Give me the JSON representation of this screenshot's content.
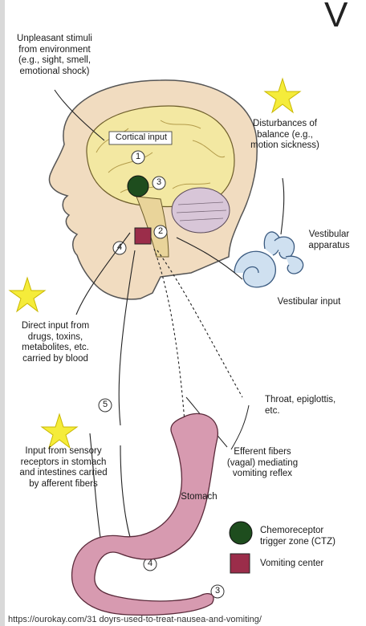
{
  "title": "V",
  "labels": {
    "unpleasant": "Unpleasant stimuli\nfrom environment\n(e.g., sight, smell,\nemotional shock)",
    "disturbances": "Disturbances of\nbalance (e.g.,\nmotion sickness)",
    "cortical": "Cortical input",
    "vestibular_apparatus": "Vestibular\napparatus",
    "vestibular_input": "Vestibular input",
    "direct_input": "Direct input from\ndrugs, toxins,\nmetabolites, etc.\ncarried by blood",
    "throat": "Throat, epiglottis,\netc.",
    "sensory_input": "Input from sensory\nreceptors in stomach\nand intestines carried\nby afferent fibers",
    "efferent": "Efferent fibers\n(vagal) mediating\nvomiting reflex",
    "stomach": "Stomach"
  },
  "numbers": {
    "n1": "1",
    "n2": "2",
    "n3": "3",
    "n4a": "4",
    "n4b": "4",
    "n5": "5",
    "n3b": "3"
  },
  "legend": {
    "ctz": "Chemoreceptor\ntrigger zone (CTZ)",
    "vomiting_center": "Vomiting center"
  },
  "colors": {
    "ctz": "#1e4d1e",
    "vomiting_center": "#9b2d4a",
    "star": "#f5ec3a",
    "brain": "#f3e8a2",
    "head": "#f1dcc0",
    "stomach": "#d79ab0",
    "vestibular": "#cfe0f0"
  },
  "source": "https://ourokay.com/31 doyrs-used-to-treat-nausea-and-vomiting/"
}
